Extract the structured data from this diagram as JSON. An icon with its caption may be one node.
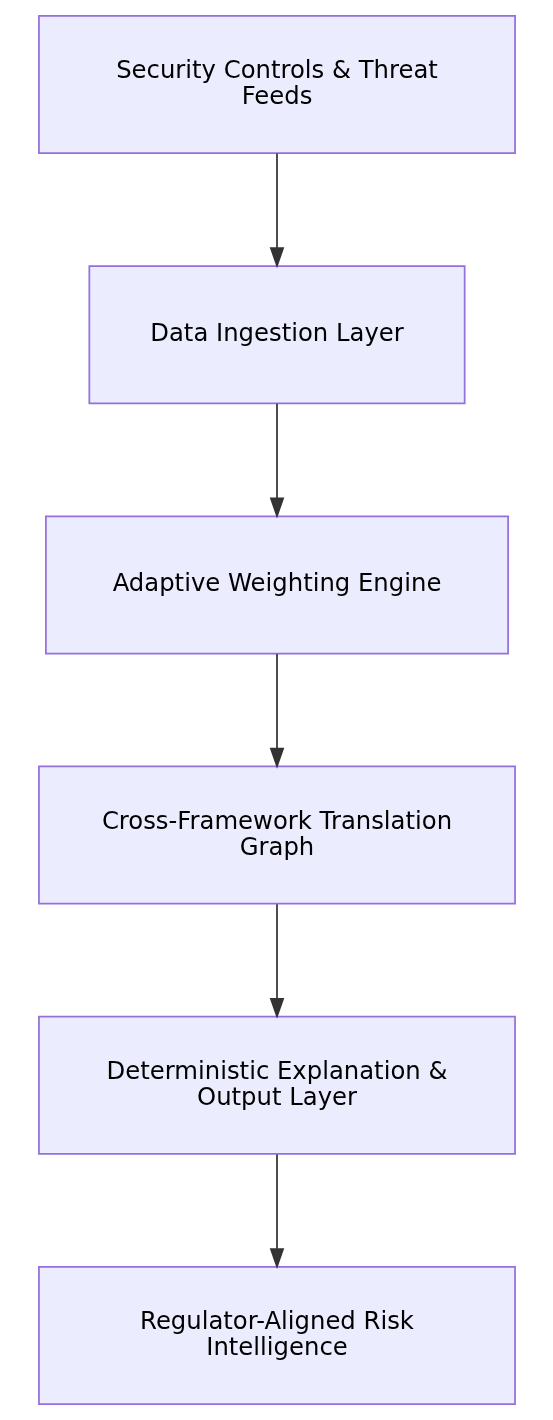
{
  "diagram": {
    "nodes": [
      {
        "text": [
          "Security Controls & Threat Feeds"
        ]
      },
      {
        "text": [
          "Data Ingestion Layer"
        ]
      },
      {
        "text": [
          "Adaptive Weighting Engine"
        ]
      },
      {
        "text": [
          "Cross-Framework Translation Graph"
        ]
      },
      {
        "text": [
          "Deterministic Explanation & Output Layer"
        ]
      },
      {
        "text": [
          "Regulator-Aligned Risk Intelligence"
        ]
      }
    ],
    "edges": [
      {
        "from": 0,
        "to": 1,
        "arrow": "to"
      },
      {
        "from": 1,
        "to": 2,
        "arrow": "to"
      },
      {
        "from": 2,
        "to": 3,
        "arrow": "to"
      },
      {
        "from": 3,
        "to": 4,
        "arrow": "to"
      },
      {
        "from": 4,
        "to": 5,
        "arrow": "to"
      }
    ]
  }
}
